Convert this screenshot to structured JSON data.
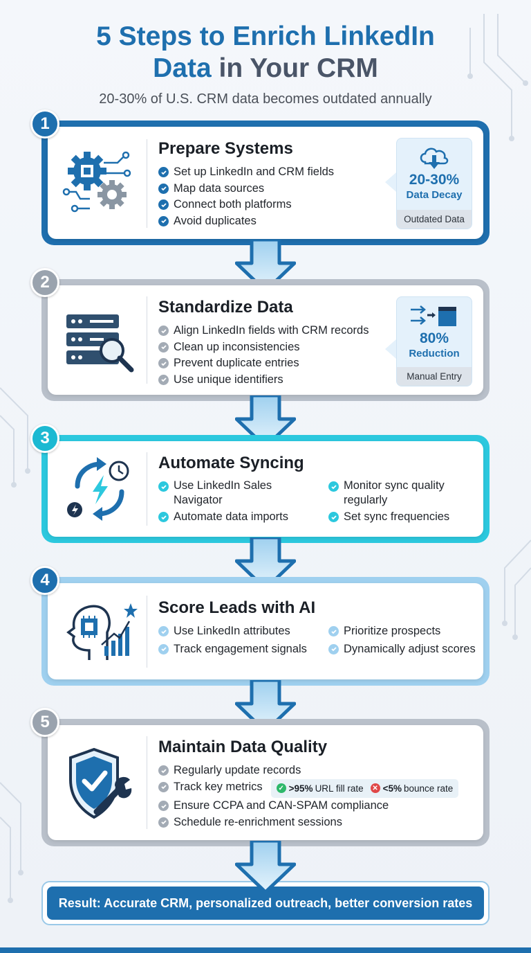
{
  "header": {
    "title_line1": "5 Steps to Enrich LinkedIn",
    "title_line2_blue": "Data",
    "title_line2_rest": " in Your CRM",
    "subtitle": "20-30% of U.S. CRM data becomes outdated annually"
  },
  "steps": [
    {
      "number": "1",
      "title": "Prepare Systems",
      "icon": "gears-circuit-icon",
      "items": [
        "Set up LinkedIn and CRM fields",
        "Map data sources",
        "Connect both platforms",
        "Avoid duplicates"
      ],
      "stat": {
        "icon": "cloud-download-icon",
        "value": "20-30%",
        "label": "Data Decay",
        "footer": "Outdated Data"
      }
    },
    {
      "number": "2",
      "title": "Standardize Data",
      "icon": "server-magnifier-icon",
      "items": [
        "Align LinkedIn fields with CRM records",
        "Clean up inconsistencies",
        "Prevent duplicate entries",
        "Use unique identifiers"
      ],
      "stat": {
        "icon": "arrows-into-box-icon",
        "value": "80%",
        "label": "Reduction",
        "footer": "Manual Entry"
      }
    },
    {
      "number": "3",
      "title": "Automate Syncing",
      "icon": "sync-lightning-clock-icon",
      "items": [
        "Use LinkedIn Sales Navigator",
        "Monitor sync quality regularly",
        "Automate data imports",
        "Set sync frequencies"
      ]
    },
    {
      "number": "4",
      "title": "Score Leads with AI",
      "icon": "ai-head-growth-icon",
      "items": [
        "Use LinkedIn attributes",
        "Prioritize prospects",
        "Track engagement signals",
        "Dynamically adjust scores"
      ]
    },
    {
      "number": "5",
      "title": "Maintain Data Quality",
      "icon": "shield-check-wrench-icon",
      "items": [
        "Regularly update records",
        "Track key metrics",
        "Ensure CCPA and CAN-SPAM compliance",
        "Schedule re-enrichment sessions"
      ],
      "metrics": [
        {
          "bold": ">95%",
          "text": "URL fill rate",
          "status": "good"
        },
        {
          "bold": "<5%",
          "text": "bounce rate",
          "status": "bad"
        }
      ]
    }
  ],
  "result": "Result: Accurate CRM, personalized outreach, better conversion rates",
  "colors": {
    "primary_blue": "#1e6fae",
    "grey": "#b9c0ca",
    "cyan": "#2cc8de",
    "light_blue": "#9fd0ef"
  }
}
